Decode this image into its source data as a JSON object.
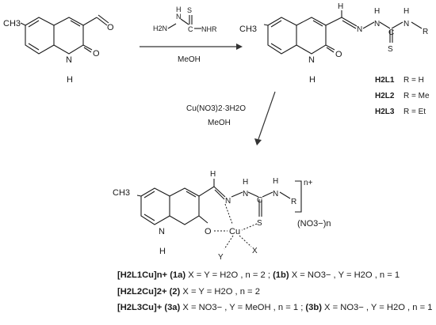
{
  "atoms": {
    "ch3": "CH3",
    "n": "N",
    "h": "H",
    "o": "O",
    "s": "S",
    "c": "C",
    "cu": "Cu",
    "x": "X",
    "y": "Y",
    "r": "R",
    "nh": "NH",
    "nhr": "NHR"
  },
  "reagents": {
    "hydrazine_left": "H2N",
    "hydrazine_n": "N",
    "solvent1": "MeOH",
    "copper_salt": "Cu(NO3)2·3H2O",
    "solvent2": "MeOH"
  },
  "ligands": [
    {
      "name": "H2L1",
      "r": "R = H"
    },
    {
      "name": "H2L2",
      "r": "R = Me"
    },
    {
      "name": "H2L3",
      "r": "R = Et"
    }
  ],
  "complex": {
    "charge": "n+",
    "counterion": "(NO3−)n"
  },
  "captions": {
    "line1_label": "[H2L1Cu]n+ (1a)",
    "line1_text": " X = Y = H2O , n = 2 ; ",
    "line1_label2": "(1b)",
    "line1_text2": " X = NO3− , Y = H2O , n = 1",
    "line2_label": "[H2L2Cu]2+ (2)",
    "line2_text": " X = Y = H2O , n = 2",
    "line3_label": "[H2L3Cu]+ (3a)",
    "line3_text": " X = NO3− , Y = MeOH , n = 1 ; ",
    "line3_label2": "(3b)",
    "line3_text2": " X = NO3− , Y = H2O , n = 1"
  },
  "colors": {
    "ink": "#1a1a1a",
    "background": "#ffffff"
  }
}
